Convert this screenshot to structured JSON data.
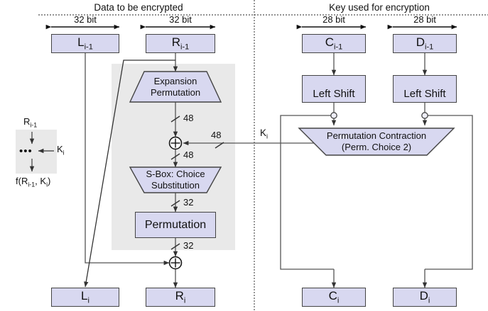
{
  "diagram": {
    "title_left": "Data to be encrypted",
    "title_right": "Key used for encryption"
  },
  "width_labels": {
    "left_data": "32 bit",
    "right_data": "32 bit",
    "left_key": "28 bit",
    "right_key": "28 bit"
  },
  "inputs": {
    "l_prev": "L",
    "l_prev_sub": "i-1",
    "r_prev": "R",
    "r_prev_sub": "i-1",
    "c_prev": "C",
    "c_prev_sub": "i-1",
    "d_prev": "D",
    "d_prev_sub": "i-1"
  },
  "outputs": {
    "l_next": "L",
    "l_next_sub": "i",
    "r_next": "R",
    "r_next_sub": "i",
    "c_next": "C",
    "c_next_sub": "i",
    "d_next": "D",
    "d_next_sub": "i"
  },
  "blocks": {
    "expansion_line1": "Expansion",
    "expansion_line2": "Permutation",
    "sbox_line1": "S-Box: Choice",
    "sbox_line2": "Substitution",
    "permutation": "Permutation",
    "left_shift_1": "Left Shift",
    "left_shift_2": "Left Shift",
    "pc2_line1": "Permutation Contraction",
    "pc2_line2": "(Perm. Choice 2)"
  },
  "bit_annotations": {
    "after_expansion": "48",
    "key_into_xor": "48",
    "after_xor": "48",
    "after_sbox": "32",
    "after_permutation": "32"
  },
  "key_label": {
    "symbol": "K",
    "sub": "i"
  },
  "legend": {
    "input": "R",
    "input_sub": "i-1",
    "dots": "•••",
    "key": "K",
    "key_sub": "i",
    "output_prefix": "f(R",
    "output_sub1": "i-1",
    "output_mid": ", K",
    "output_sub2": "i",
    "output_suffix": ")"
  },
  "colors": {
    "box_fill": "#d8d8f0",
    "box_stroke": "#444444",
    "panel_gray": "#e9e9e9",
    "line": "#555555",
    "divider": "#555555"
  }
}
